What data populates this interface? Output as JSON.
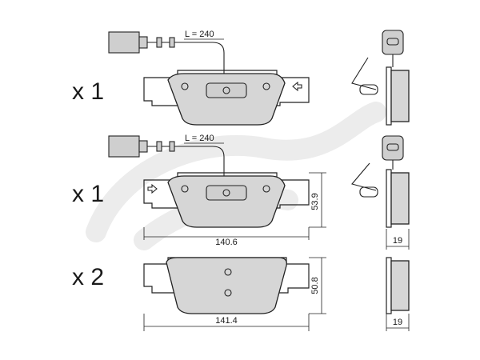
{
  "diagram": {
    "rows": [
      {
        "quantity": "x 1",
        "wire_length": "L = 240",
        "sensor": true
      },
      {
        "quantity": "x 1",
        "wire_length": "L = 240",
        "sensor": true,
        "width": "140.6",
        "height": "53.9",
        "thickness": "19"
      },
      {
        "quantity": "x 2",
        "sensor": false,
        "width": "141.4",
        "height": "50.8",
        "thickness": "19"
      }
    ]
  },
  "colors": {
    "pad_fill": "#d6d6d6",
    "outline": "#222222",
    "watermark": "#ececec"
  }
}
